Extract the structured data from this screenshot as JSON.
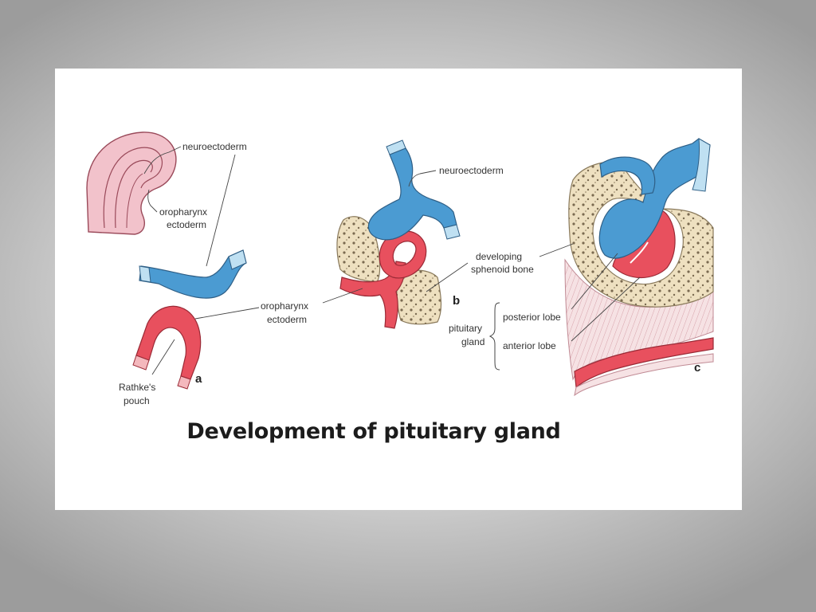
{
  "title": "Development of pituitary gland",
  "colors": {
    "neuroectoderm_blue": "#4b9bd2",
    "ectoderm_red": "#e8505e",
    "embryo_pink": "#f2c2cb",
    "bone_tan": "#eee0c0",
    "pale_blue_ends": "#bfe0f2",
    "pale_red_ends": "#f4b8bd"
  },
  "panels": {
    "a": {
      "tag": "a",
      "labels": {
        "neuroectoderm": "neuroectoderm",
        "oropharynx_1": "oropharynx",
        "oropharynx_2": "ectoderm",
        "rathke_1": "Rathke's",
        "rathke_2": "pouch"
      }
    },
    "b": {
      "tag": "b",
      "labels": {
        "neuroectoderm": "neuroectoderm",
        "oropharynx_1": "oropharynx",
        "oropharynx_2": "ectoderm",
        "sphenoid_1": "developing",
        "sphenoid_2": "sphenoid bone"
      }
    },
    "c": {
      "tag": "c",
      "labels": {
        "pituitary_1": "pituitary",
        "pituitary_2": "gland",
        "posterior_lobe": "posterior lobe",
        "anterior_lobe": "anterior lobe"
      }
    }
  }
}
